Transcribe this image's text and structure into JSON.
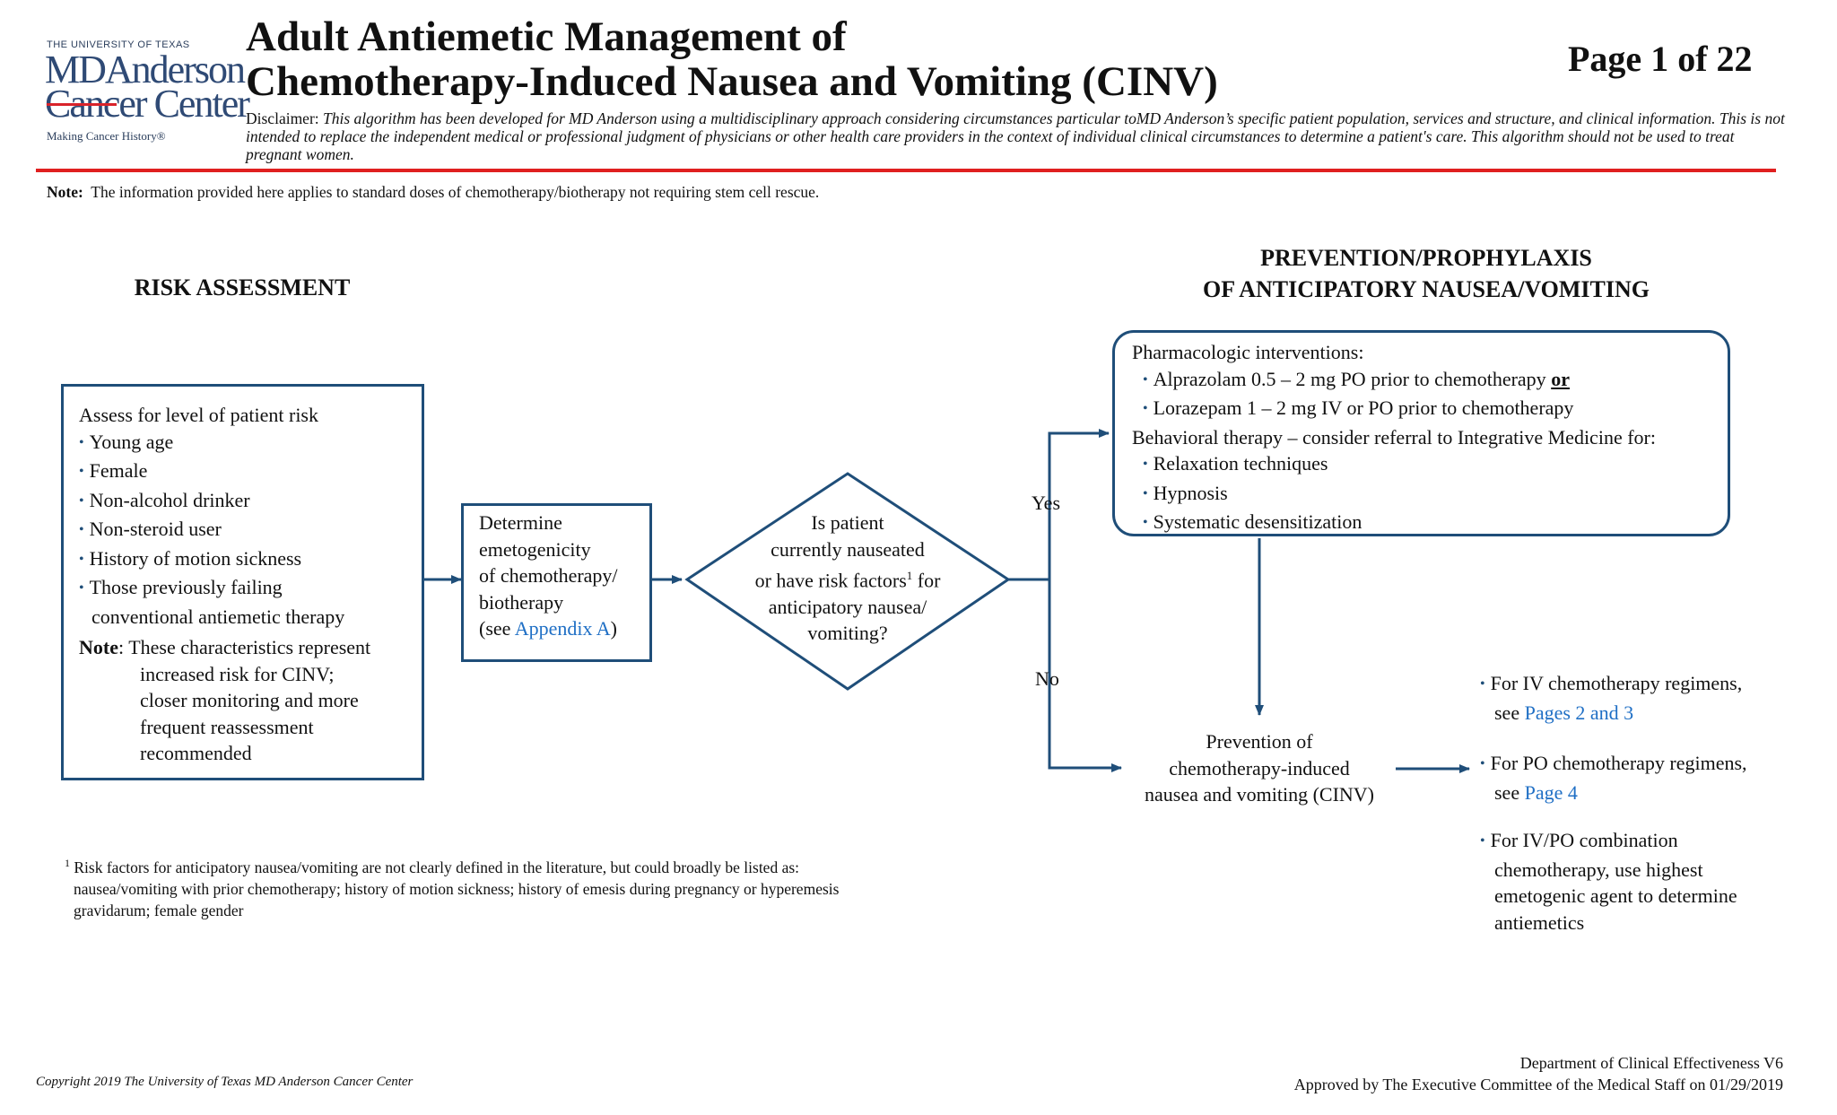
{
  "logo": {
    "university": "THE UNIVERSITY OF TEXAS",
    "line1": "MDAnderson",
    "line2": "Cancer Center",
    "tagline": "Making Cancer History®"
  },
  "header": {
    "title": "Adult Antiemetic Management of\nChemotherapy-Induced Nausea and Vomiting (CINV)",
    "page": "Page 1 of 22",
    "disclaimer_label": "Disclaimer:",
    "disclaimer_text": "This algorithm has been developed for MD Anderson using a multidisciplinary approach considering circumstances particular toMD Anderson’s specific patient population, services and structure, and clinical information. This is not intended to replace the independent medical or professional judgment of physicians or other health care providers in the context of individual clinical circumstances to determine a patient's care. This algorithm should not be used to treat pregnant women."
  },
  "note": {
    "label": "Note:",
    "text": "The information provided here applies to standard doses of chemotherapy/biotherapy not requiring stem cell rescue."
  },
  "risk": {
    "heading": "RISK ASSESSMENT",
    "intro": "Assess for level of patient risk",
    "items": [
      "Young age",
      "Female",
      "Non-alcohol drinker",
      "Non-steroid user",
      "History of motion sickness",
      "Those previously failing"
    ],
    "item_cont": "conventional antiemetic therapy",
    "note_label": "Note",
    "note_lines": [
      ": These characteristics represent",
      "increased risk for CINV;",
      "closer monitoring and more",
      "frequent reassessment",
      "recommended"
    ]
  },
  "determine": {
    "lines": [
      "Determine",
      "emetogenicity",
      "of chemotherapy/",
      "biotherapy"
    ],
    "see_prefix": "(see ",
    "see_link": "Appendix A",
    "see_suffix": ")"
  },
  "decision": {
    "lines": [
      "Is patient",
      "currently nauseated"
    ],
    "line3a": "or have risk factors",
    "line3sup": "1",
    "line3b": " for",
    "lines2": [
      "anticipatory nausea/",
      "vomiting?"
    ],
    "yes": "Yes",
    "no": "No"
  },
  "prevention_heading": [
    "PREVENTION/PROPHYLAXIS",
    "OF ANTICIPATORY NAUSEA/VOMITING"
  ],
  "pharm": {
    "title": "Pharmacologic interventions:",
    "item1": "Alprazolam 0.5 – 2 mg PO prior to chemotherapy ",
    "item1_or": "or",
    "item2": "Lorazepam 1 – 2 mg IV or PO prior to chemotherapy",
    "behavioral": "Behavioral therapy – consider referral to Integrative Medicine for:",
    "b_items": [
      "Relaxation techniques",
      "Hypnosis",
      "Systematic desensitization"
    ]
  },
  "cinv": {
    "lines": [
      "Prevention of",
      "chemotherapy-induced",
      "nausea and vomiting (CINV)"
    ]
  },
  "regimens": {
    "iv_a": "For IV chemotherapy regimens,",
    "iv_b": "see ",
    "iv_link": "Pages 2 and 3",
    "po_a": "For PO chemotherapy regimens,",
    "po_b": "see ",
    "po_link": "Page 4",
    "combo": [
      "For IV/PO combination",
      "chemotherapy, use highest",
      "emetogenic agent to determine",
      "antiemetics"
    ]
  },
  "footnote": {
    "mark": "1",
    "lines": [
      "Risk factors for anticipatory nausea/vomiting are not clearly defined in the literature, but could broadly be listed as:",
      "nausea/vomiting with prior chemotherapy; history of motion sickness; history of emesis during pregnancy or hyperemesis",
      "gravidarum; female gender"
    ]
  },
  "footer": {
    "copyright": "Copyright 2019 The University of Texas MD Anderson Cancer Center",
    "dept": "Department of Clinical Effectiveness V6",
    "approved": "Approved by The Executive Committee of the Medical Staff on 01/29/2019"
  },
  "colors": {
    "box_border": "#1f4e79",
    "link": "#1f6fc5",
    "rule": "#e02020"
  }
}
